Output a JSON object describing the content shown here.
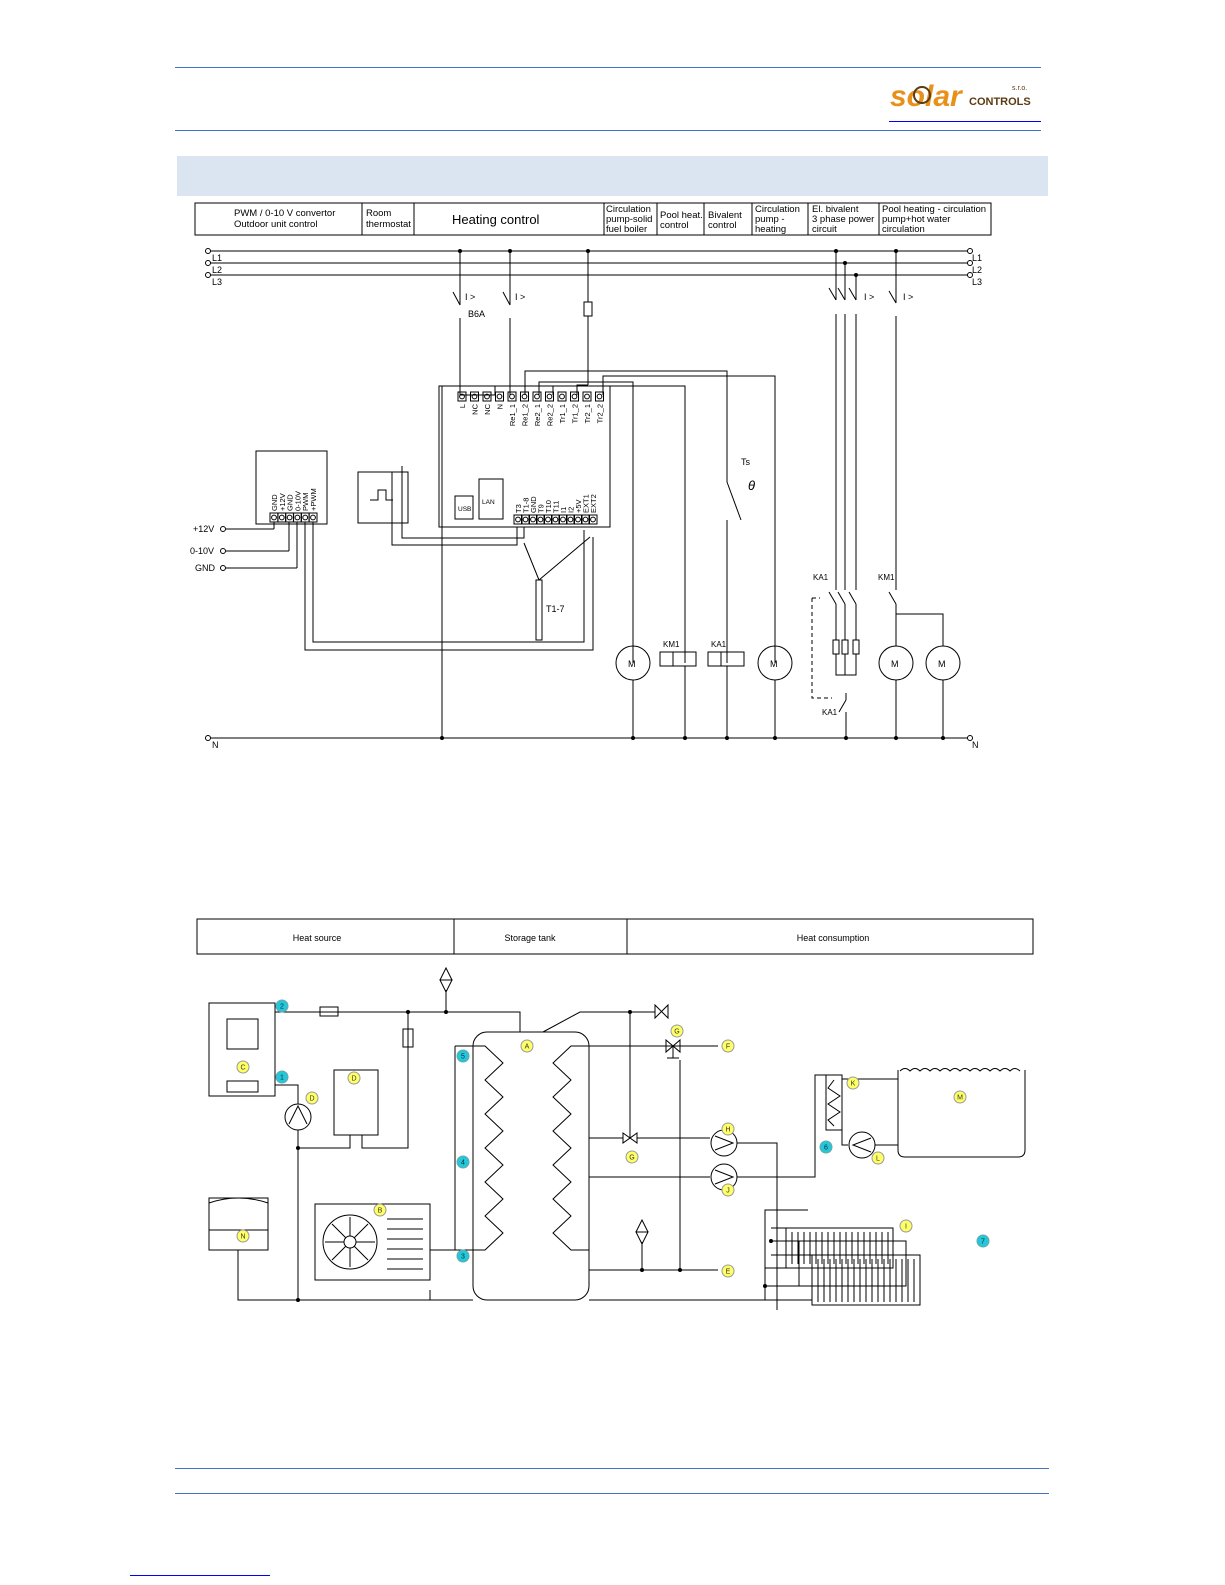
{
  "header": {
    "logo_solar": "solar",
    "logo_controls": "CONTROLS",
    "logo_sro": "s.r.o."
  },
  "colors": {
    "rule": "#4472c4",
    "band": "#dbe5f1",
    "logo_orange": "#e8901a",
    "logo_brown": "#5c3a12",
    "badge_cyan": "#26c6da",
    "badge_yellow": "#ffff66"
  },
  "wiring": {
    "sections": [
      "PWM / 0-10 V convertor",
      "Outdoor unit control",
      "Room",
      "thermostat",
      "Heating control",
      "Circulation",
      "pump-solid",
      "fuel boiler",
      "Pool heat.",
      "control",
      "Bivalent",
      "control",
      "Circulation",
      "pump -",
      "heating",
      "El. bivalent",
      "3 phase power",
      "circuit",
      "Pool heating - circulation",
      "pump+hot water",
      "circulation"
    ],
    "lines": [
      "L1",
      "L2",
      "L3",
      "N"
    ],
    "breaker_label": "B6A",
    "overcurrent_symbol": "I >",
    "top_terminals": [
      "L",
      "NC",
      "NC",
      "N",
      "Re1_1",
      "Re1_2",
      "Re2_1",
      "Re2_2",
      "Tr1_1",
      "Tr1_2",
      "Tr2_1",
      "Tr2_2"
    ],
    "bottom_terminals": [
      "T3",
      "T1-8",
      "GND",
      "T9",
      "T10",
      "T11",
      "I1",
      "I2",
      "+5V",
      "EXT1",
      "EXT2"
    ],
    "convertor_terminals": [
      "GND",
      "+12V",
      "GND",
      "0-10V",
      "PWM",
      "+PWM"
    ],
    "convertor_inputs": [
      "+12V",
      "0-10V",
      "GND"
    ],
    "usb_label": "USB",
    "lan_label": "LAN",
    "sensor_label": "T1-7",
    "thermostat_label": "Ts",
    "theta": "θ",
    "contactor_km1": "KM1",
    "contactor_ka1": "KA1",
    "motor_symbol": "M"
  },
  "hydraulic": {
    "sections": [
      "Heat source",
      "Storage tank",
      "Heat consumption"
    ],
    "letter_badges": [
      "A",
      "B",
      "C",
      "D",
      "D",
      "E",
      "F",
      "G",
      "G",
      "H",
      "I",
      "J",
      "K",
      "L",
      "M",
      "N"
    ],
    "number_badges": [
      "1",
      "2",
      "3",
      "4",
      "5",
      "6",
      "7"
    ]
  }
}
